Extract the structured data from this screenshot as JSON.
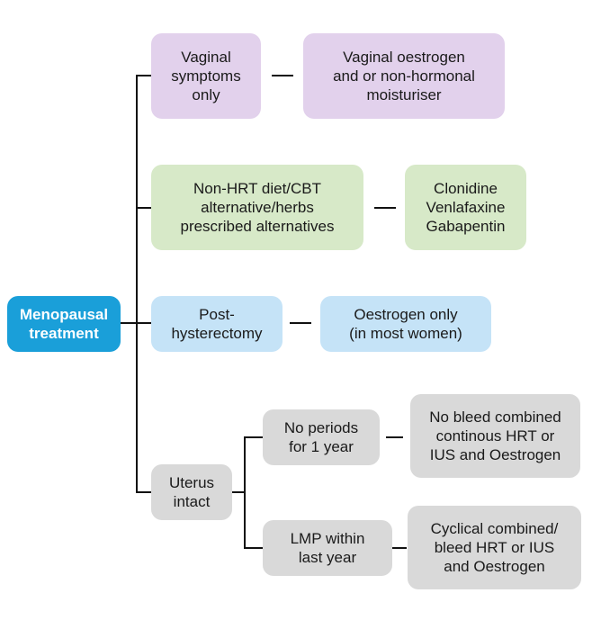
{
  "root": {
    "lines": [
      "Menopausal",
      "treatment"
    ]
  },
  "branches": [
    {
      "condition": {
        "lines": [
          "Vaginal",
          "symptoms",
          "only"
        ]
      },
      "treatment": {
        "lines": [
          "Vaginal oestrogen",
          "and or non-hormonal",
          "moisturiser"
        ]
      }
    },
    {
      "condition": {
        "lines": [
          "Non-HRT diet/CBT",
          "alternative/herbs",
          "prescribed alternatives"
        ]
      },
      "treatment": {
        "lines": [
          "Clonidine",
          "Venlafaxine",
          "Gabapentin"
        ]
      }
    },
    {
      "condition": {
        "lines": [
          "Post-",
          "hysterectomy"
        ]
      },
      "treatment": {
        "lines": [
          "Oestrogen only",
          "(in most women)"
        ]
      }
    },
    {
      "condition": {
        "lines": [
          "Uterus",
          "intact"
        ]
      },
      "sub_branches": [
        {
          "condition": {
            "lines": [
              "No periods",
              "for 1 year"
            ]
          },
          "treatment": {
            "lines": [
              "No bleed combined",
              "continous HRT or",
              "IUS and Oestrogen"
            ]
          }
        },
        {
          "condition": {
            "lines": [
              "LMP within",
              "last year"
            ]
          },
          "treatment": {
            "lines": [
              "Cyclical combined/",
              "bleed HRT or IUS",
              "and Oestrogen"
            ]
          }
        }
      ]
    }
  ],
  "colors": {
    "root": "#1a9fd9",
    "vaginal": "#e2d1ec",
    "non_hrt": "#d7e9c8",
    "hysterectomy": "#c5e3f7",
    "uterus": "#d9d9d9",
    "connector": "#111111"
  }
}
